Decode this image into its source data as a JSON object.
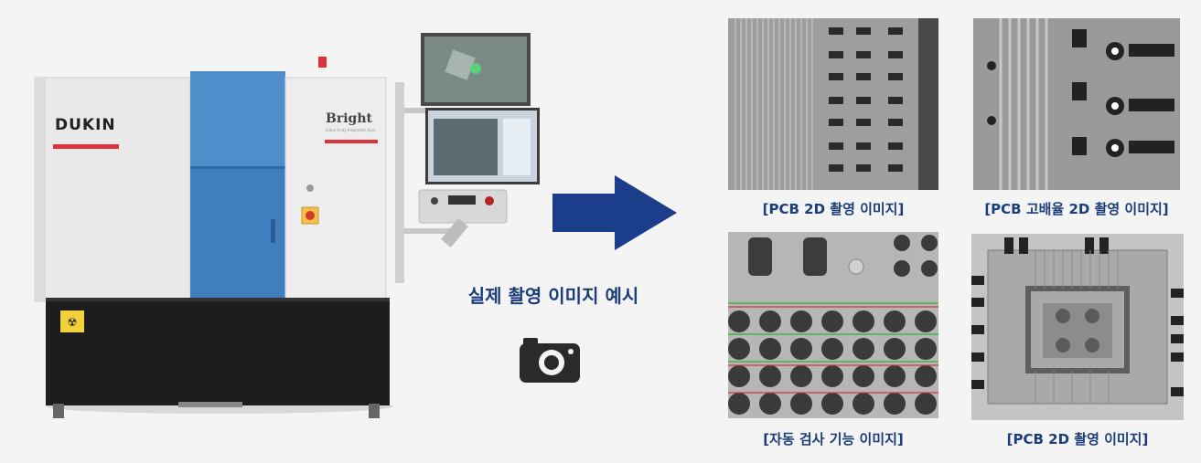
{
  "machine": {
    "brand_logo": "DUKIN",
    "product_logo": "Bright",
    "product_sub": "Inline X-ray Inspection System"
  },
  "headline": "실제 촬영 이미지 예시",
  "icons": {
    "camera": "camera-icon",
    "arrow": "arrow-right-icon"
  },
  "captions": {
    "pcb_2d_top": "[PCB 2D 촬영 이미지]",
    "pcb_highres": "[PCB 고배율 2D 촬영 이미지]",
    "auto_inspection": "[자동 검사 기능 이미지]",
    "pcb_2d_bottom": "[PCB 2D 촬영 이미지]"
  },
  "colors": {
    "caption": "#1b3d7a",
    "arrow": "#1b3d8a",
    "machine_blue": "#3a7cc0",
    "accent_red": "#d9343d"
  }
}
